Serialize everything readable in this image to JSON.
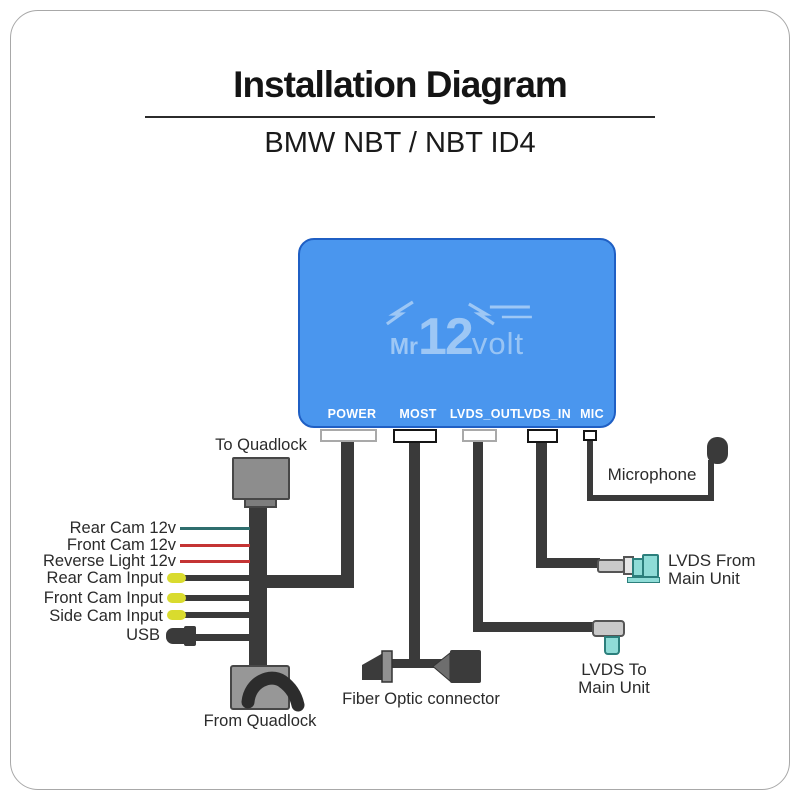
{
  "header": {
    "title": "Installation Diagram",
    "subtitle": "BMW NBT / NBT ID4"
  },
  "device": {
    "logo": {
      "prefix": "Mr",
      "number": "12",
      "suffix": "volt"
    },
    "ports": [
      {
        "label": "POWER"
      },
      {
        "label": "MOST"
      },
      {
        "label": "LVDS_OUT"
      },
      {
        "label": "LVDS_IN"
      },
      {
        "label": "MIC"
      }
    ]
  },
  "connectors": {
    "to_quadlock": "To Quadlock",
    "from_quadlock": "From Quadlock",
    "fiber_optic": "Fiber Optic connector",
    "microphone": "Microphone",
    "usb": "USB",
    "lvds_from": {
      "line1": "LVDS From",
      "line2": "Main Unit"
    },
    "lvds_to": {
      "line1": "LVDS To",
      "line2": "Main Unit"
    }
  },
  "power_wires": [
    {
      "label": "Rear Cam 12v",
      "color": "#2f6e6e"
    },
    {
      "label": "Front Cam 12v",
      "color": "#c43434"
    },
    {
      "label": "Reverse Light 12v",
      "color": "#c43434"
    }
  ],
  "av_inputs": [
    {
      "label": "Rear Cam Input"
    },
    {
      "label": "Front Cam Input"
    },
    {
      "label": "Side Cam Input"
    }
  ],
  "colors": {
    "device_blue": "#4a96ee",
    "device_border": "#1f5fc4",
    "logo_blue": "#9dc7f5",
    "cable_dark": "#3a3a3a",
    "rca_yellow": "#d9db2e",
    "lvds_cyan": "#8fdcd7",
    "lvds_cyan_border": "#2c7f7c",
    "connector_gray": "#8d8d8d",
    "port_border_light": "#a9a9a9",
    "port_border_dark": "#151515"
  }
}
